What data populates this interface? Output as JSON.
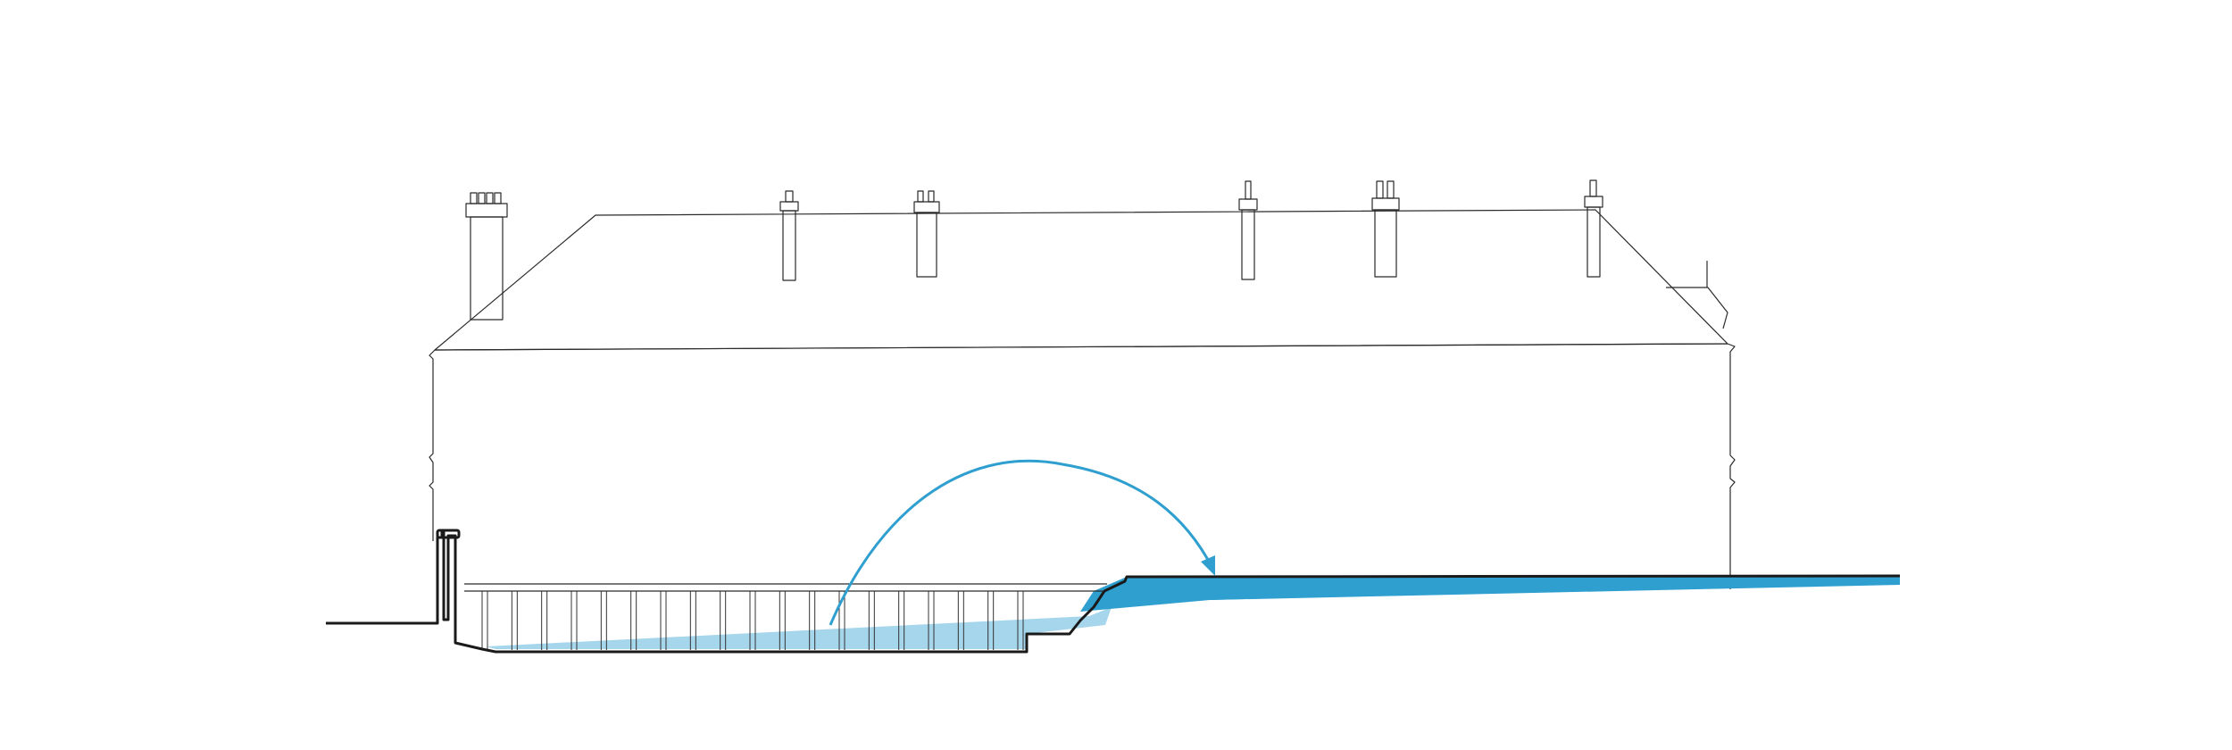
{
  "diagram": {
    "kind": "building-section",
    "colors": {
      "water_dark": "#2f9fd0",
      "water_light": "#a6d6ec",
      "arrow": "#2f9fd0",
      "line": "#1a1a1a",
      "background": "#ffffff"
    },
    "chimneys": 6,
    "basement_columns": 19
  }
}
